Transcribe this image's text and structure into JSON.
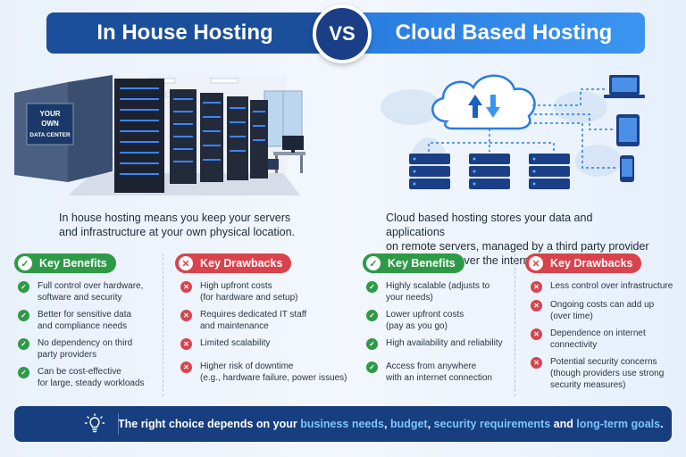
{
  "header": {
    "left_title": "In House Hosting",
    "vs": "VS",
    "right_title": "Cloud Based Hosting"
  },
  "left": {
    "datacenter_sign": [
      "YOUR",
      "OWN",
      "DATA CENTER"
    ],
    "description": [
      "In house hosting means you keep your servers",
      "and infrastructure at your own physical location."
    ],
    "benefits_label": "Key Benefits",
    "drawbacks_label": "Key Drawbacks",
    "benefits": [
      [
        "Full control over hardware,",
        "software and security"
      ],
      [
        "Better for sensitive data",
        "and compliance needs"
      ],
      [
        "No dependency on third",
        "party providers"
      ],
      [
        "Can be cost-effective",
        "for large, steady workloads"
      ]
    ],
    "drawbacks": [
      [
        "High upfront costs",
        "(for hardware and setup)"
      ],
      [
        "Requires dedicated IT staff",
        "and maintenance"
      ],
      [
        "Limited scalability"
      ],
      [
        "Higher risk of downtime",
        "(e.g., hardware failure, power issues)"
      ]
    ]
  },
  "right": {
    "description": [
      "Cloud based hosting stores your data and applications",
      "on remote servers, managed by a third party provider",
      "and accessed over the internet."
    ],
    "benefits_label": "Key Benefits",
    "drawbacks_label": "Key Drawbacks",
    "benefits": [
      [
        "Highly scalable (adjusts to",
        "your needs)"
      ],
      [
        "Lower upfront costs",
        "(pay as you go)"
      ],
      [
        "High availability and reliability"
      ],
      [
        "Access from anywhere",
        "with an internet connection"
      ]
    ],
    "drawbacks": [
      [
        "Less control over infrastructure"
      ],
      [
        "Ongoing costs can add up",
        "(over time)"
      ],
      [
        "Dependence on internet",
        "connectivity"
      ],
      [
        "Potential security concerns",
        "(though providers use strong",
        "security measures)"
      ]
    ]
  },
  "footer": {
    "prefix": "The right choice depends on your ",
    "hl1": "business needs",
    "sep1": ", ",
    "hl2": "budget",
    "sep2": ", ",
    "hl3": "security requirements",
    "sep3": " and ",
    "hl4": "long-term goals",
    "suffix": "."
  },
  "colors": {
    "navy": "#1b4f9b",
    "cloud_blue": "#2a7de0",
    "benefit_green": "#2e9a48",
    "drawback_red": "#d9434d",
    "footer_bg": "#173e7e",
    "footer_highlight": "#7cc4ff"
  },
  "icons": {
    "benefit": "check-circle-icon",
    "drawback": "x-circle-icon",
    "footer": "lightbulb-icon"
  }
}
